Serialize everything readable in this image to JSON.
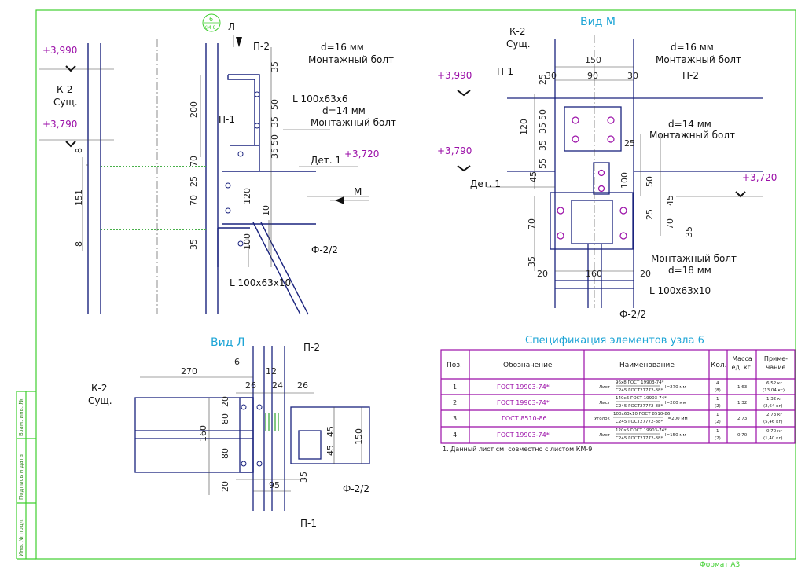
{
  "node_badge": {
    "num": "6",
    "sheet": "КМ-9"
  },
  "section_marks": {
    "l": "Л",
    "m": "М"
  },
  "elevations": [
    "+3,990",
    "+3,790",
    "+3,720"
  ],
  "labels": {
    "k2": "К-2",
    "sush": "Сущ.",
    "p1": "П-1",
    "p2": "П-2",
    "det1": "Дет. 1",
    "f22": "Ф-2/2",
    "angle_top": "L 100x63x6",
    "angle_bot": "L 100x63x10",
    "bolt16_d": "d=16 мм",
    "bolt14_d": "d=14 мм",
    "bolt18_d": "d=18 мм",
    "bolt_name": "Монтажный болт"
  },
  "views": {
    "m": "Вид М",
    "l": "Вид Л"
  },
  "dims": {
    "left_elev": [
      "35",
      "200",
      "50",
      "35",
      "50",
      "35",
      "8",
      "70",
      "25",
      "151",
      "70",
      "35",
      "8",
      "120",
      "10",
      "100"
    ],
    "m_top": [
      "150",
      "30",
      "90",
      "30"
    ],
    "m_left": [
      "25",
      "120",
      "50",
      "35",
      "35",
      "55",
      "45"
    ],
    "m_right": [
      "25",
      "100",
      "50",
      "25",
      "45",
      "70",
      "35"
    ],
    "m_bottom": [
      "70",
      "35",
      "20",
      "160",
      "20"
    ],
    "l_top": [
      "270",
      "6",
      "26",
      "12",
      "24",
      "26"
    ],
    "l_side": [
      "80",
      "160",
      "80",
      "20",
      "20",
      "45",
      "45",
      "35",
      "150",
      "95"
    ]
  },
  "spec": {
    "title": "Спецификация элементов узла 6",
    "headers": {
      "pos": "Поз.",
      "oboz": "Обозначение",
      "naim": "Наименование",
      "kol": "Кол.",
      "massa": "Масса ед. кг.",
      "prim": "Приме- чание"
    },
    "rows": [
      {
        "pos": "1",
        "oboz": "ГОСТ 19903-74*",
        "naim_pref": "Лист",
        "naim_num": "96x8 ГОСТ 19903-74*",
        "naim_den": "С245 ГОСТ27772-88*",
        "naim_len": "l=270 мм",
        "kol": "4",
        "kol2": "(8)",
        "massa": "1,63",
        "prim1": "6,52 кг",
        "prim2": "(13,04 кг)"
      },
      {
        "pos": "2",
        "oboz": "ГОСТ 19903-74*",
        "naim_pref": "Лист",
        "naim_num": "140x6 ГОСТ 19903-74*",
        "naim_den": "С245 ГОСТ27772-88*",
        "naim_len": "l=200 мм",
        "kol": "1",
        "kol2": "(2)",
        "massa": "1,32",
        "prim1": "1,32 кг",
        "prim2": "(2,64 кг)"
      },
      {
        "pos": "3",
        "oboz": "ГОСТ 8510-86",
        "naim_pref": "Уголок",
        "naim_num": "100x63x10 ГОСТ 8510-86",
        "naim_den": "С245 ГОСТ27772-88*",
        "naim_len": "l=200 мм",
        "kol": "1",
        "kol2": "(2)",
        "massa": "2,73",
        "prim1": "2,73 кг",
        "prim2": "(5,46 кг)"
      },
      {
        "pos": "4",
        "oboz": "ГОСТ 19903-74*",
        "naim_pref": "Лист",
        "naim_num": "120x5 ГОСТ 19903-74*",
        "naim_den": "С245 ГОСТ27772-88*",
        "naim_len": "l=150 мм",
        "kol": "1",
        "kol2": "(2)",
        "massa": "0,70",
        "prim1": "0,70 кг",
        "prim2": "(1,40 кг)"
      }
    ],
    "note": "1. Данный лист см. совместно с листом КМ-9"
  },
  "side_stamp": [
    "Взам. инв. №",
    "Подпись и дата",
    "Инв. № подл."
  ],
  "format_label": "Формат А3",
  "colors": {
    "frame": "#3fcf2f",
    "steel": "#1a237e",
    "magenta": "#9b0fa8",
    "cyan": "#1ea5d6",
    "dim": "#444444",
    "weld": "#49b04a"
  }
}
